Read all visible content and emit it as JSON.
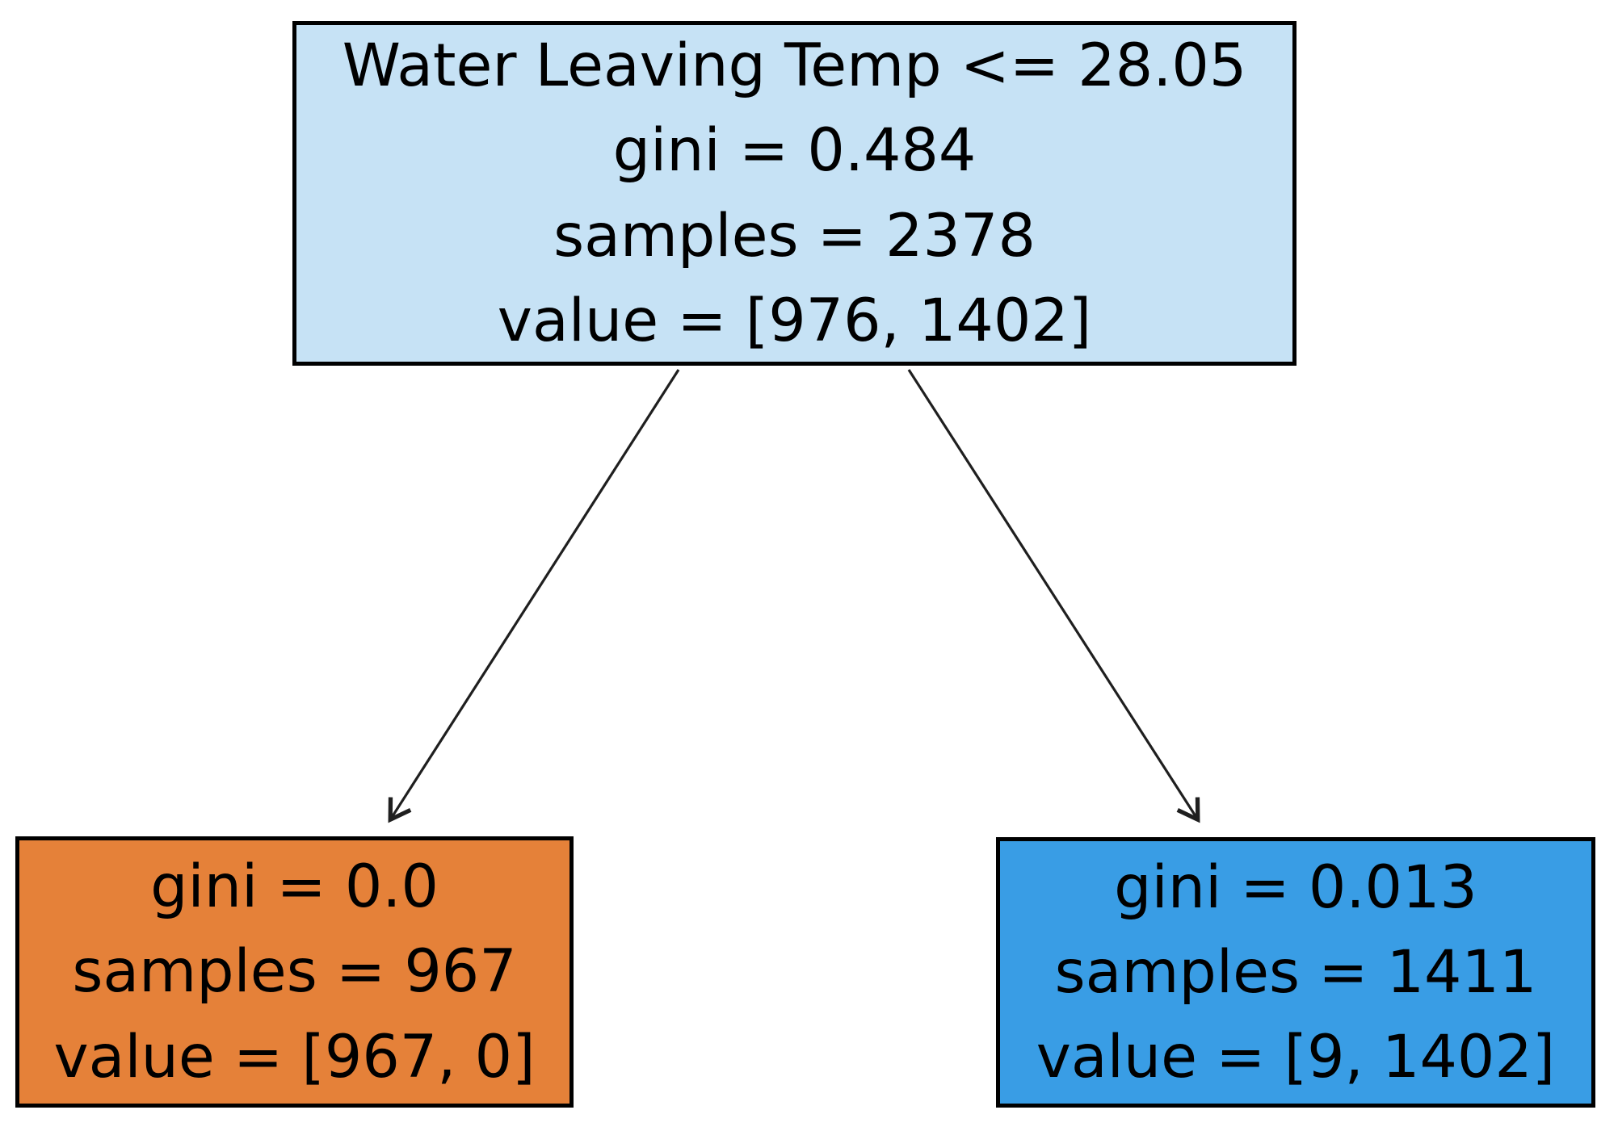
{
  "figure": {
    "type": "decision-tree",
    "background": "#ffffff"
  },
  "colors": {
    "root_fill": "#c6e2f5",
    "left_leaf_fill": "#e58139",
    "right_leaf_fill": "#399de5",
    "node_border": "#000000",
    "arrow": "#1f1f1f",
    "text": "#000000"
  },
  "tree": {
    "root": {
      "condition": "Water Leaving Temp <= 28.05",
      "gini": "gini = 0.484",
      "samples": "samples = 2378",
      "value": "value = [976, 1402]"
    },
    "left_leaf": {
      "gini": "gini = 0.0",
      "samples": "samples = 967",
      "value": "value = [967, 0]"
    },
    "right_leaf": {
      "gini": "gini = 0.013",
      "samples": "samples = 1411",
      "value": "value = [9, 1402]"
    }
  }
}
